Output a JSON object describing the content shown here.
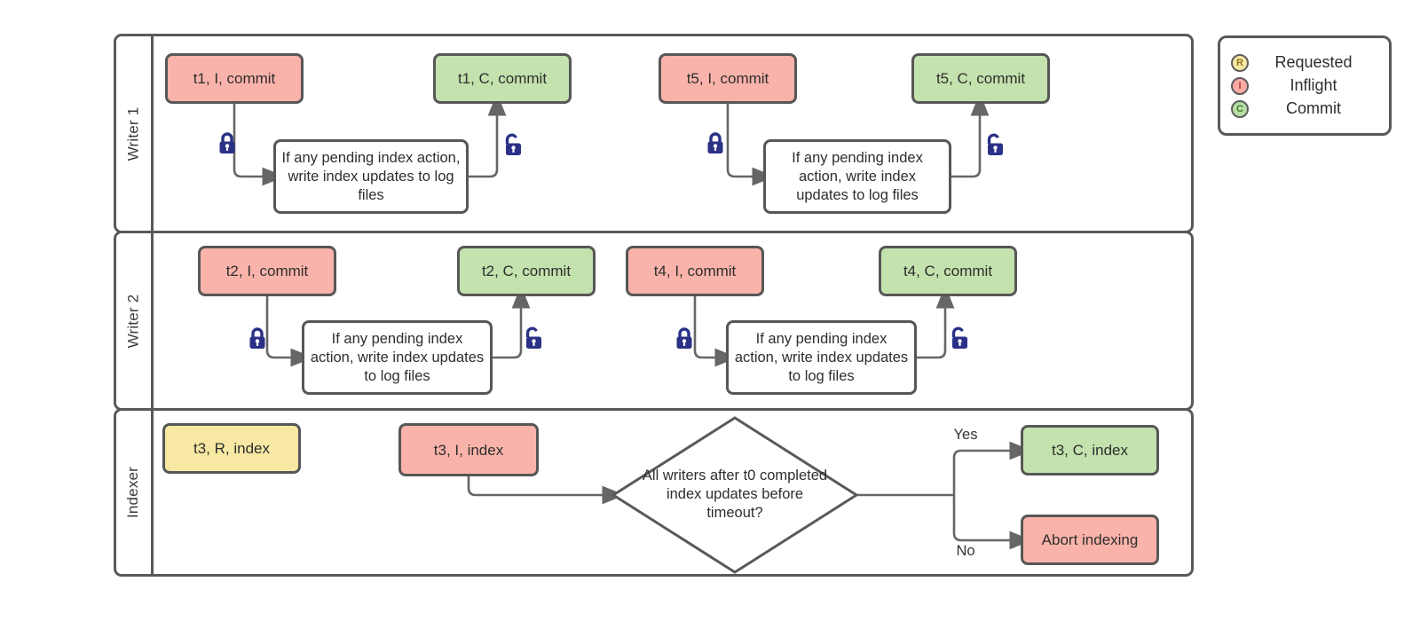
{
  "lanes": [
    {
      "label": "Writer 1"
    },
    {
      "label": "Writer 2"
    },
    {
      "label": "Indexer"
    }
  ],
  "nodes": {
    "t1i": {
      "label": "t1, I, commit",
      "state": "inflight"
    },
    "t1c": {
      "label": "t1, C, commit",
      "state": "commit"
    },
    "t5i": {
      "label": "t5, I, commit",
      "state": "inflight"
    },
    "t5c": {
      "label": "t5, C, commit",
      "state": "commit"
    },
    "t2i": {
      "label": "t2, I, commit",
      "state": "inflight"
    },
    "t2c": {
      "label": "t2, C, commit",
      "state": "commit"
    },
    "t4i": {
      "label": "t4, I, commit",
      "state": "inflight"
    },
    "t4c": {
      "label": "t4, C, commit",
      "state": "commit"
    },
    "t3r": {
      "label": "t3, R, index",
      "state": "requested"
    },
    "t3i": {
      "label": "t3, I, index",
      "state": "inflight"
    },
    "t3c": {
      "label": "t3, C, index",
      "state": "commit"
    },
    "abort": {
      "label": "Abort indexing",
      "state": "inflight"
    }
  },
  "process_label": "If any pending index action, write index updates to log files",
  "decision_label": "All writers after t0 completed index updates before timeout?",
  "edge_labels": {
    "yes": "Yes",
    "no": "No"
  },
  "legend": {
    "items": [
      {
        "letter": "R",
        "label": "Requested",
        "color": "#F7E8A3"
      },
      {
        "letter": "I",
        "label": "Inflight",
        "color": "#F9ABA3"
      },
      {
        "letter": "C",
        "label": "Commit",
        "color": "#B7DFA4"
      }
    ]
  },
  "colors": {
    "requested": "#F7E8A3",
    "inflight": "#FAB3AA",
    "commit": "#C3E2AE",
    "lock": "#2A3186",
    "connector": "#666666",
    "shape_border": "#575757",
    "lane_border": "#595959"
  }
}
